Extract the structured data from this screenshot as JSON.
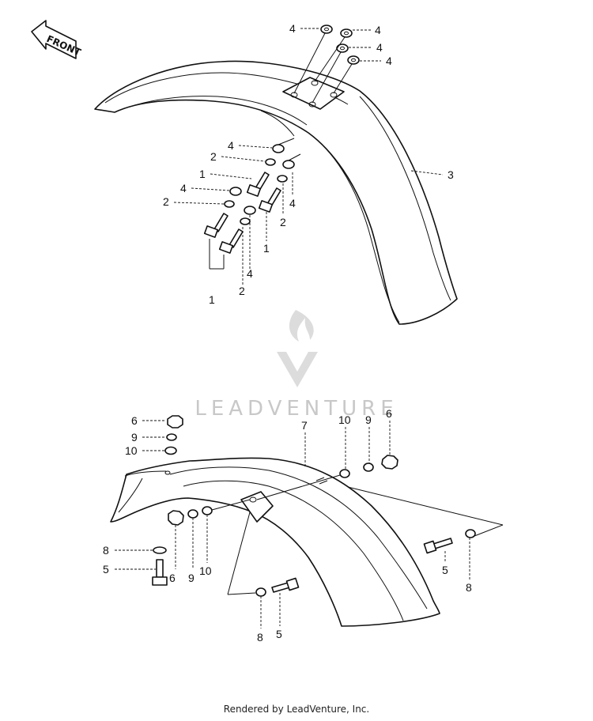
{
  "front_arrow": {
    "label": "FRONT"
  },
  "watermark": {
    "text": "LEADVENTURE"
  },
  "footer": {
    "text": "Rendered by LeadVenture, Inc."
  },
  "callouts": {
    "upper": {
      "washer_top_1": "4",
      "washer_top_2": "4",
      "washer_top_3": "4",
      "washer_top_4": "4",
      "fender_upper": "3",
      "washer_a": "4",
      "lockwasher_a": "2",
      "bolt_a": "1",
      "washer_b": "4",
      "lockwasher_b": "2",
      "washer_right": "4",
      "lockwasher_right": "2",
      "bolt_right": "1",
      "bolt_group": "1",
      "lockwasher_bottom": "2",
      "washer_bottom": "4"
    },
    "lower": {
      "nut_top": "6",
      "lockwasher_top": "9",
      "washer_top": "10",
      "fender_lower": "7",
      "washer_r": "10",
      "lockwasher_r": "9",
      "nut_r": "6",
      "nut_l": "6",
      "lockwasher_l": "9",
      "washer_l": "10",
      "washer_side_l": "8",
      "bolt_side_l": "5",
      "bolt_r": "5",
      "washer_rr": "8",
      "washer_bottom": "8",
      "bolt_bottom": "5"
    }
  }
}
